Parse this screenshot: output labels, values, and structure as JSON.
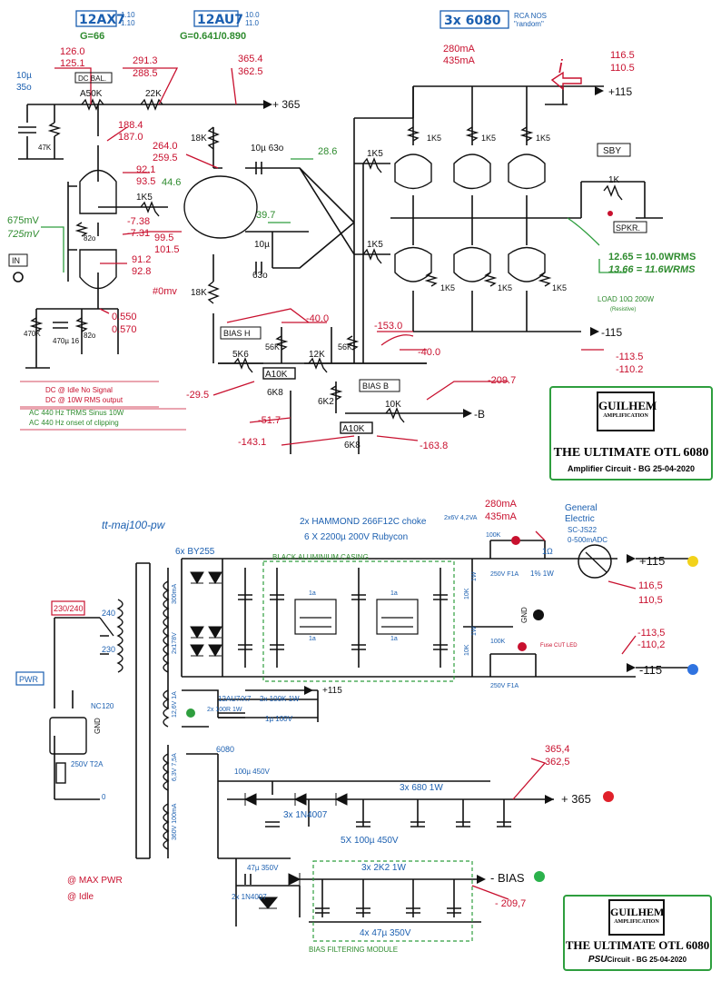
{
  "amp": {
    "tube1_name": "12AX7",
    "tube1_v1": "1.10",
    "tube1_v2": "1.10",
    "tube1_gain": "G=66",
    "tube2_name": "12AU7",
    "tube2_v1": "10.0",
    "tube2_v2": "11.0",
    "tube2_gain": "G=0.641/0.890",
    "out_tubes": "3x 6080",
    "out_note1": "RCA NOS",
    "out_note2": "\"random\"",
    "labels": {
      "c10u": "10µ",
      "r350": "35o",
      "r47k": "47K",
      "dcbal": "DC BAL.",
      "a50k": "A50K",
      "r22k": "22K",
      "r18k_a": "18K",
      "r18k_b": "18K",
      "c10u630": "10µ 63o",
      "r1k5_a": "1K5",
      "r1k5_b": "1K5",
      "r1k5_c": "1K5",
      "r1k5_d": "1K5",
      "r1k5_e": "1K5",
      "r1k5_f": "1K5",
      "r1k5_g": "1K5",
      "r1k5_h": "1K5",
      "r1k5_i": "1K5",
      "r820_a": "82o",
      "r820_b": "82o",
      "r470k": "470K",
      "c470u16": "470µ 16",
      "c10u_b": "10µ",
      "c630": "63o",
      "in": "IN",
      "sby": "SBY",
      "r1k": "1K",
      "spkr": "SPKR.",
      "biash": "BIAS H",
      "biasb": "BIAS B",
      "r56k_a": "56K",
      "r56k_b": "56K",
      "r5k6": "5K6",
      "a10k_a": "A10K",
      "r6k8_a": "6K8",
      "r12k": "12K",
      "r6k2": "6K2",
      "r10k": "10K",
      "a10k_b": "A10K",
      "r6k8_b": "6K8",
      "i_sym": "i",
      "plus365": "+ 365",
      "plus115": "+115",
      "minus115": "-115",
      "minusb": "-B",
      "zero_mv": "#0mv"
    },
    "values": {
      "v126": "126.0",
      "v1251": "125.1",
      "v2913": "291.3",
      "v2885": "288.5",
      "v3654": "365.4",
      "v3625": "362.5",
      "v1884": "188.4",
      "v1870": "187.0",
      "v2640": "264.0",
      "v2595": "259.5",
      "v921": "92.1",
      "v935": "93.5",
      "v446": "44.6",
      "v738": "-7.38",
      "v731": "-7.31",
      "v995": "99.5",
      "v1015": "101.5",
      "v912": "91.2",
      "v928": "92.8",
      "v286": "28.6",
      "v397": "39.7",
      "v0550": "0.550",
      "v0570": "0.570",
      "v675": "675mV",
      "v725": "725mV",
      "i280": "280mA",
      "i435": "435mA",
      "v1165": "116.5",
      "v1105": "110.5",
      "v400a": "-40.0",
      "v1530": "-153.0",
      "v400b": "-40.0",
      "v295": "-29.5",
      "v517": "-51.7",
      "v1431": "-143.1",
      "v2097": "-209.7",
      "v1638": "-163.8",
      "v1135": "-113.5",
      "v1102": "-110.2",
      "rms1": "12.65 = 10.0WRMS",
      "rms2": "13.66 = 11.6WRMS",
      "load": "LOAD 10Ω 200W",
      "load2": "(Resistive)"
    },
    "legend": {
      "l1": "DC @ Idle No Signal",
      "l2": "DC @ 10W RMS output",
      "l3": "AC 440 Hz TRMS Sinus 10W",
      "l4": "AC 440 Hz onset of clipping"
    },
    "logo": {
      "brand": "GUILHEM",
      "sub": "AMPLIFICATION",
      "title": "THE ULTIMATE OTL 6080",
      "caption": "Amplifier Circuit - BG 25-04-2020"
    }
  },
  "psu": {
    "author": "tt-maj100-pw",
    "chokes": "2x HAMMOND 266F12C choke",
    "caps": "6 X 2200µ 200V Rubycon",
    "trafo_small": "2x6V 4,2VA",
    "diodes": "6x BY255",
    "casing": "BLACK ALUMINIUM CASING",
    "i280": "280mA",
    "i435": "435mA",
    "meter1": "General",
    "meter2": "Electric",
    "meter3": "SC-JS22",
    "meter4": "0-500mADC",
    "r100k_a": "100K",
    "fuse_a": "250V F1A",
    "r1r": "1Ω",
    "r1r2": "1% 1W",
    "plus115": "+115",
    "v1165": "116,5",
    "v1105": "110,5",
    "gnd": "GND",
    "r10k_a": "10K",
    "r10k_b": "10K",
    "r1w_a": "1W",
    "r1w_b": "1W",
    "choke_l1": "1a",
    "choke_l2": "1a",
    "choke_l3": "1a",
    "choke_l4": "1a",
    "r100k_b": "100K",
    "fuse_led": "Fuse CUT LED",
    "v1135": "-113,5",
    "v1102": "-110,2",
    "minus115": "-115",
    "fuse_b": "250V F1A",
    "mains": "230/240",
    "t240": "240",
    "t230": "230",
    "pwr": "PWR",
    "nc": "NC",
    "t120": "120",
    "gnd2": "GND",
    "fuse_main": "250V T2A",
    "t0": "0",
    "sec_a": "300mA",
    "sec_b": "2x178V",
    "heater1": "12AU7/X7",
    "heater_v": "12,6V 1A",
    "heat_r": "2x 100R 1W",
    "heat_c": "2x 100K 1W",
    "heat_c2": "1µ 100V",
    "plus115b": "+115",
    "heater2": "6080",
    "heater2_v": "6,3V 7,5A",
    "hv_cap": "100µ 450V",
    "hv_res": "3x 680 1W",
    "hv_diodes": "3x 1N4007",
    "hv_caps": "5X 100µ 450V",
    "hv_sec": "360V 100mA",
    "v3654": "365,4",
    "v3625": "362,5",
    "plus365": "+ 365",
    "bias_cap": "47µ 350V",
    "bias_res": "3x 2K2 1W",
    "bias_dio": "2x 1N4007",
    "bias_caps": "4x 47µ 350V",
    "bias_mod": "BIAS FILTERING MODULE",
    "minus_bias": "- BIAS",
    "v2097": "- 209,7",
    "leg1": "@ MAX PWR",
    "leg2": "@ Idle",
    "logo": {
      "brand": "GUILHEM",
      "sub": "AMPLIFICATION",
      "title": "THE ULTIMATE OTL 6080",
      "caption_b": "PSU",
      "caption": "Circuit - BG 25-04-2020"
    },
    "colors": {
      "plus115": "#f2d21b",
      "minus115": "#2f73e0",
      "gnd": "#111111",
      "plus365": "#e0202a",
      "bias": "#2bb24c"
    }
  }
}
